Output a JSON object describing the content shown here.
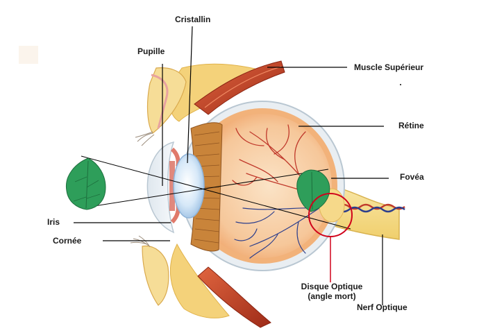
{
  "labels": {
    "cristallin": "Cristallin",
    "pupille": "Pupille",
    "muscle_superieur": "Muscle Supérieur",
    "retine": "Rétine",
    "fovea": "Fovéa",
    "iris": "Iris",
    "cornee": "Cornée",
    "disque_optique_line1": "Disque Optique",
    "disque_optique_line2": "(angle mort)",
    "nerf_optique": "Nerf Optique"
  },
  "colors": {
    "sclera": "#e9eef2",
    "sclera_edge": "#b9c7d2",
    "choroid": "#f2b27a",
    "retina_interior": "#f9d8b4",
    "vessels": "#c0392b",
    "vessels_dark": "#2c3e8c",
    "lens": "#cfe3f5",
    "lens_edge": "#8fb3d8",
    "ciliary": "#b5742e",
    "muscle": "#c8452a",
    "fat": "#f4d27a",
    "leaf": "#2e9e5a",
    "leader_line": "#000000",
    "blind_spot_circle": "#d0021b"
  }
}
